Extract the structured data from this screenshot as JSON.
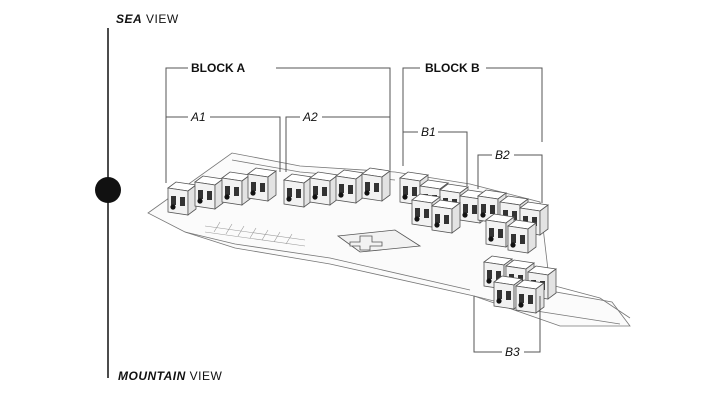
{
  "labels": {
    "top_bold": "SEA",
    "top_rest": " VIEW",
    "bottom_bold": "MOUNTAIN",
    "bottom_rest": " VIEW"
  },
  "blocks": {
    "a": "BLOCK A",
    "b": "BLOCK B"
  },
  "sub_blocks": {
    "a1": "A1",
    "a2": "A2",
    "b1": "B1",
    "b2": "B2",
    "b3": "B3"
  },
  "colors": {
    "ink": "#111111",
    "line": "#555555",
    "building": "#f2f2f2",
    "ground": "#fbfbfb"
  }
}
